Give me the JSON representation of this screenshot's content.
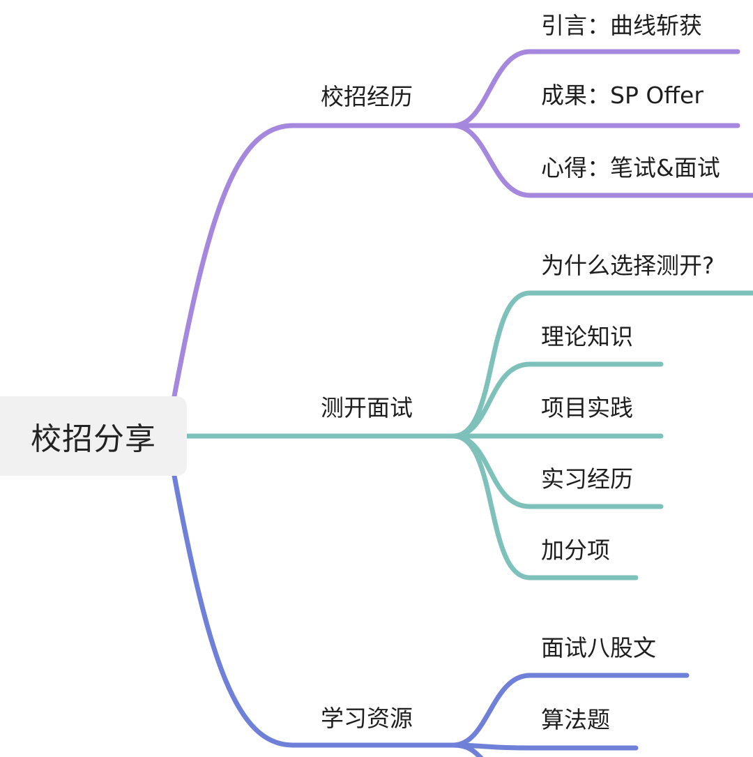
{
  "mindmap": {
    "root": {
      "label": "校招分享"
    },
    "colors": {
      "purple": "#a587dd",
      "teal": "#7ec1bb",
      "blue": "#6f80d8",
      "root_bg": "#f1f1f1"
    },
    "branches": [
      {
        "label": "校招经历",
        "color": "#a587dd",
        "children": [
          {
            "label": "引言：曲线斩获"
          },
          {
            "label": "成果：SP Offer"
          },
          {
            "label": "心得：笔试&面试"
          }
        ]
      },
      {
        "label": "测开面试",
        "color": "#7ec1bb",
        "children": [
          {
            "label": "为什么选择测开?"
          },
          {
            "label": "理论知识"
          },
          {
            "label": "项目实践"
          },
          {
            "label": "实习经历"
          },
          {
            "label": "加分项"
          }
        ]
      },
      {
        "label": "学习资源",
        "color": "#6f80d8",
        "children": [
          {
            "label": "面试八股文"
          },
          {
            "label": "算法题"
          }
        ]
      }
    ]
  }
}
